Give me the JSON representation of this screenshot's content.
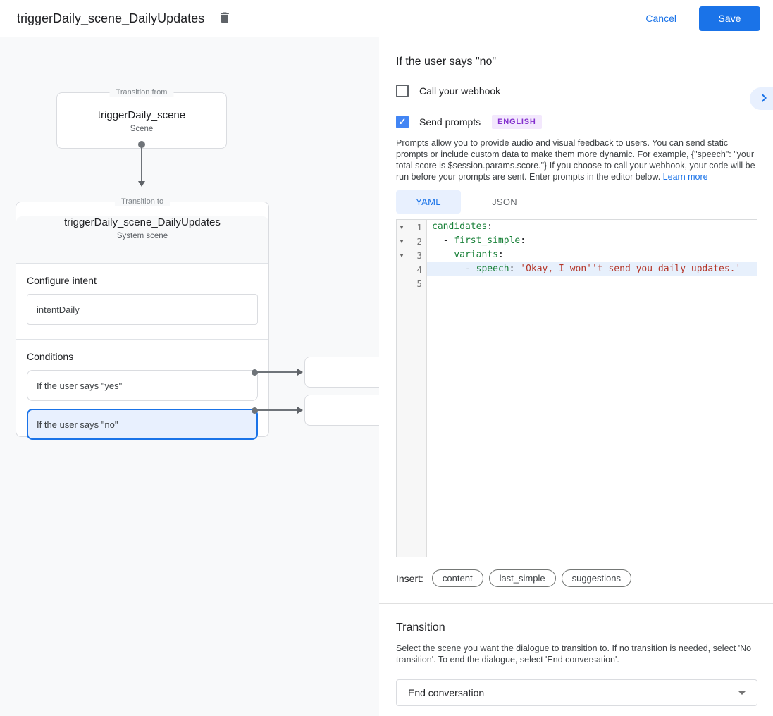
{
  "colors": {
    "accent": "#1a73e8",
    "selected_bg": "#e8f0fe",
    "badge_bg": "#f3e8fd",
    "badge_text": "#8430ce",
    "yaml_key": "#188038",
    "yaml_string": "#b5372a"
  },
  "header": {
    "title": "triggerDaily_scene_DailyUpdates",
    "cancel": "Cancel",
    "save": "Save"
  },
  "diagram": {
    "from": {
      "label": "Transition from",
      "title": "triggerDaily_scene",
      "subtitle": "Scene"
    },
    "to": {
      "label": "Transition to",
      "title": "triggerDaily_scene_DailyUpdates",
      "subtitle": "System scene",
      "intent_label": "Configure intent",
      "intent_value": "intentDaily",
      "conditions_label": "Conditions",
      "conditions": [
        {
          "text": "If the user says \"yes\"",
          "selected": false
        },
        {
          "text": "If the user says \"no\"",
          "selected": true
        }
      ]
    }
  },
  "panel": {
    "heading": "If the user says \"no\"",
    "webhook_label": "Call your webhook",
    "prompts_label": "Send prompts",
    "language_badge": "ENGLISH",
    "description": "Prompts allow you to provide audio and visual feedback to users. You can send static prompts or include custom data to make them more dynamic. For example, {\"speech\": \"your total score is $session.params.score.\"} If you choose to call your webhook, your code will be run before your prompts are sent. Enter prompts in the editor below. ",
    "learn_more": "Learn more",
    "tabs": [
      {
        "label": "YAML",
        "active": true
      },
      {
        "label": "JSON",
        "active": false
      }
    ],
    "editor": {
      "lines": [
        {
          "num": "1",
          "fold": true,
          "highlight": false,
          "tokens": [
            {
              "t": "candidates",
              "c": "key"
            },
            {
              "t": ":",
              "c": "plain"
            }
          ]
        },
        {
          "num": "2",
          "fold": true,
          "highlight": false,
          "tokens": [
            {
              "t": "  - ",
              "c": "plain"
            },
            {
              "t": "first_simple",
              "c": "key"
            },
            {
              "t": ":",
              "c": "plain"
            }
          ]
        },
        {
          "num": "3",
          "fold": true,
          "highlight": false,
          "tokens": [
            {
              "t": "    ",
              "c": "plain"
            },
            {
              "t": "variants",
              "c": "key"
            },
            {
              "t": ":",
              "c": "plain"
            }
          ]
        },
        {
          "num": "4",
          "fold": false,
          "highlight": true,
          "tokens": [
            {
              "t": "      - ",
              "c": "plain"
            },
            {
              "t": "speech",
              "c": "key"
            },
            {
              "t": ": ",
              "c": "plain"
            },
            {
              "t": "'Okay, I won''t send you daily updates.'",
              "c": "string"
            }
          ]
        },
        {
          "num": "5",
          "fold": false,
          "highlight": false,
          "tokens": []
        }
      ]
    },
    "insert_label": "Insert:",
    "insert_chips": [
      "content",
      "last_simple",
      "suggestions"
    ],
    "transition": {
      "heading": "Transition",
      "description": "Select the scene you want the dialogue to transition to. If no transition is needed, select 'No transition'. To end the dialogue, select 'End conversation'.",
      "value": "End conversation"
    }
  }
}
